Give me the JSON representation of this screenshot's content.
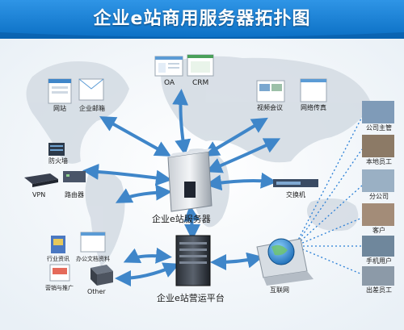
{
  "title": "企业e站商用服务器拓扑图",
  "colors": {
    "banner": "#0b6fc4",
    "banner_light": "#2f95e6",
    "arrow": "#3f86c9",
    "dotted": "#2a7fd6"
  },
  "nodes": {
    "oa": "OA",
    "crm": "CRM",
    "website": "网站",
    "email": "企业邮箱",
    "video_conf": "视频会议",
    "net_fax": "网络传真",
    "firewall": "防火墙",
    "vpn": "VPN",
    "router": "路由器",
    "server": "企业e站服务器",
    "switch": "交换机",
    "ops_platform": "企业e站营运平台",
    "industry_info": "行业资讯",
    "office_docs": "办公文档资料",
    "marketing": "营销与推广",
    "other": "Other",
    "internet": "互联网",
    "company_head": "公司主管",
    "local_staff": "本地员工",
    "branch": "分公司",
    "customer": "客户",
    "mobile_user": "手机用户",
    "travel_staff": "出差员工"
  }
}
